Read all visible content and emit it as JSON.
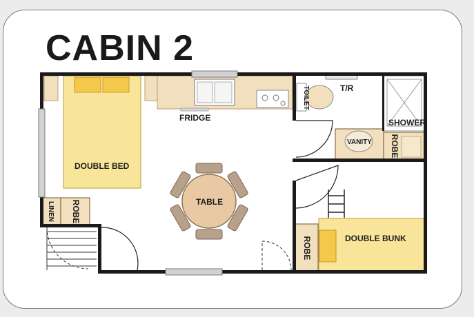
{
  "title": "CABIN 2",
  "labels": {
    "fridge": "FRIDGE",
    "toilet": "TOILET",
    "tr": "T/R",
    "shower": "SHOWER",
    "vanity": "VANITY",
    "robe_bath": "ROBE",
    "double_bed": "DOUBLE BED",
    "table": "TABLE",
    "linen": "LINEN",
    "robe_left": "ROBE",
    "robe_bunk": "ROBE",
    "double_bunk": "DOUBLE BUNK"
  },
  "colors": {
    "furniture": "#f2dfbd",
    "bed": "#f8e59a",
    "pillow": "#f3c84b",
    "table": "#e9c9a4",
    "chair": "#b8a18a",
    "wall": "#1a1a1a",
    "window": "#bdbdbd"
  }
}
